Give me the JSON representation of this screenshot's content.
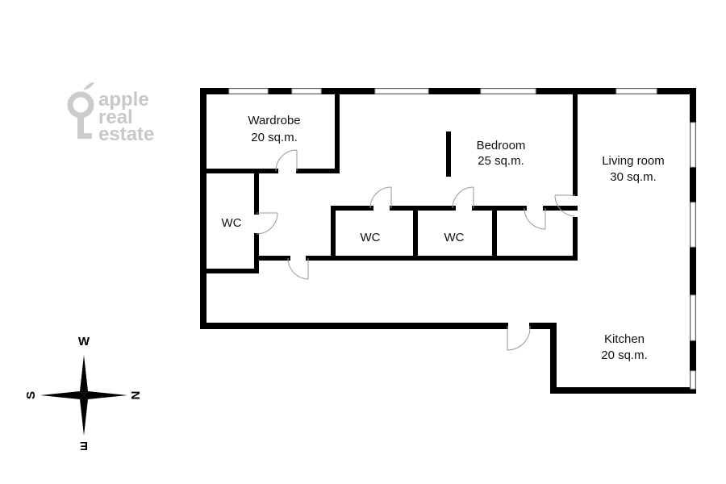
{
  "logo": {
    "lines": [
      "apple",
      "real",
      "estate"
    ]
  },
  "rooms": {
    "wardrobe": {
      "name": "Wardrobe",
      "area": "20 sq.m."
    },
    "bedroom": {
      "name": "Bedroom",
      "area": "25 sq.m."
    },
    "living": {
      "name": "Living room",
      "area": "30 sq.m."
    },
    "kitchen": {
      "name": "Kitchen",
      "area": "20 sq.m."
    },
    "wc1": {
      "name": "WC"
    },
    "wc2": {
      "name": "WC"
    },
    "wc3": {
      "name": "WC"
    }
  },
  "compass": {
    "top": "W",
    "right": "N",
    "bottom": "E",
    "left": "S"
  }
}
